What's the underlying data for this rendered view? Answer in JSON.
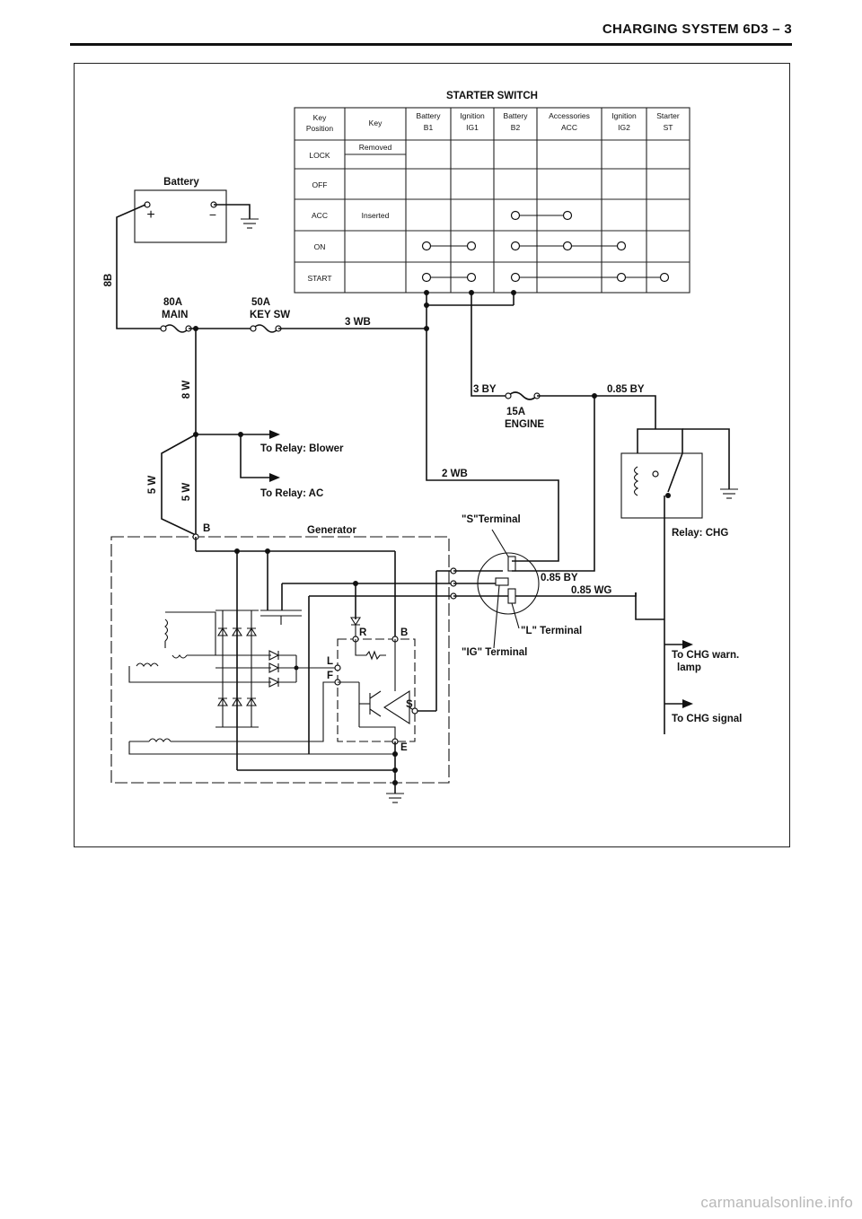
{
  "header": {
    "title": "CHARGING SYSTEM 6D3 – 3"
  },
  "switch_table": {
    "title": "STARTER SWITCH",
    "headers": [
      [
        "Key",
        "Position"
      ],
      [
        "Key"
      ],
      [
        "Battery",
        "B1"
      ],
      [
        "Ignition",
        "IG1"
      ],
      [
        "Battery",
        "B2"
      ],
      [
        "Accessories",
        "ACC"
      ],
      [
        "Ignition",
        "IG2"
      ],
      [
        "Starter",
        "ST"
      ]
    ],
    "positions": [
      "LOCK",
      "OFF",
      "ACC",
      "ON",
      "START"
    ],
    "key_removed": "Removed",
    "key_inserted": "Inserted"
  },
  "labels": {
    "battery": "Battery",
    "battery_plus": "+",
    "battery_minus": "−",
    "wire_8b": "8B",
    "main_fuse_a": "80A",
    "main_fuse_b": "MAIN",
    "key_fuse_a": "50A",
    "key_fuse_b": "KEY SW",
    "wire_3wb": "3 WB",
    "wire_8w": "8 W",
    "wire_3by": "3 BY",
    "engine_fuse_a": "15A",
    "engine_fuse_b": "ENGINE",
    "wire_085by_top": "0.85 BY",
    "relay_blower": "To Relay: Blower",
    "relay_ac": "To Relay: AC",
    "wire_2wb": "2 WB",
    "wire_5w_left": "5 W",
    "wire_5w_right": "5 W",
    "terminal_b_main": "B",
    "generator": "Generator",
    "s_terminal": "\"S\"Terminal",
    "relay_chg": "Relay: CHG",
    "wire_085by": "0.85 BY",
    "wire_085wg": "0.85 WG",
    "l_terminal": "\"L\" Terminal",
    "ig_terminal": "\"IG\" Terminal",
    "reg_r": "R",
    "reg_b": "B",
    "reg_l": "L",
    "reg_f": "F",
    "reg_s": "S",
    "reg_e": "E",
    "chg_lamp_a": "To CHG warn.",
    "chg_lamp_b": "lamp",
    "chg_signal": "To CHG signal"
  },
  "footer": {
    "watermark": "carmanualsonline.info"
  }
}
